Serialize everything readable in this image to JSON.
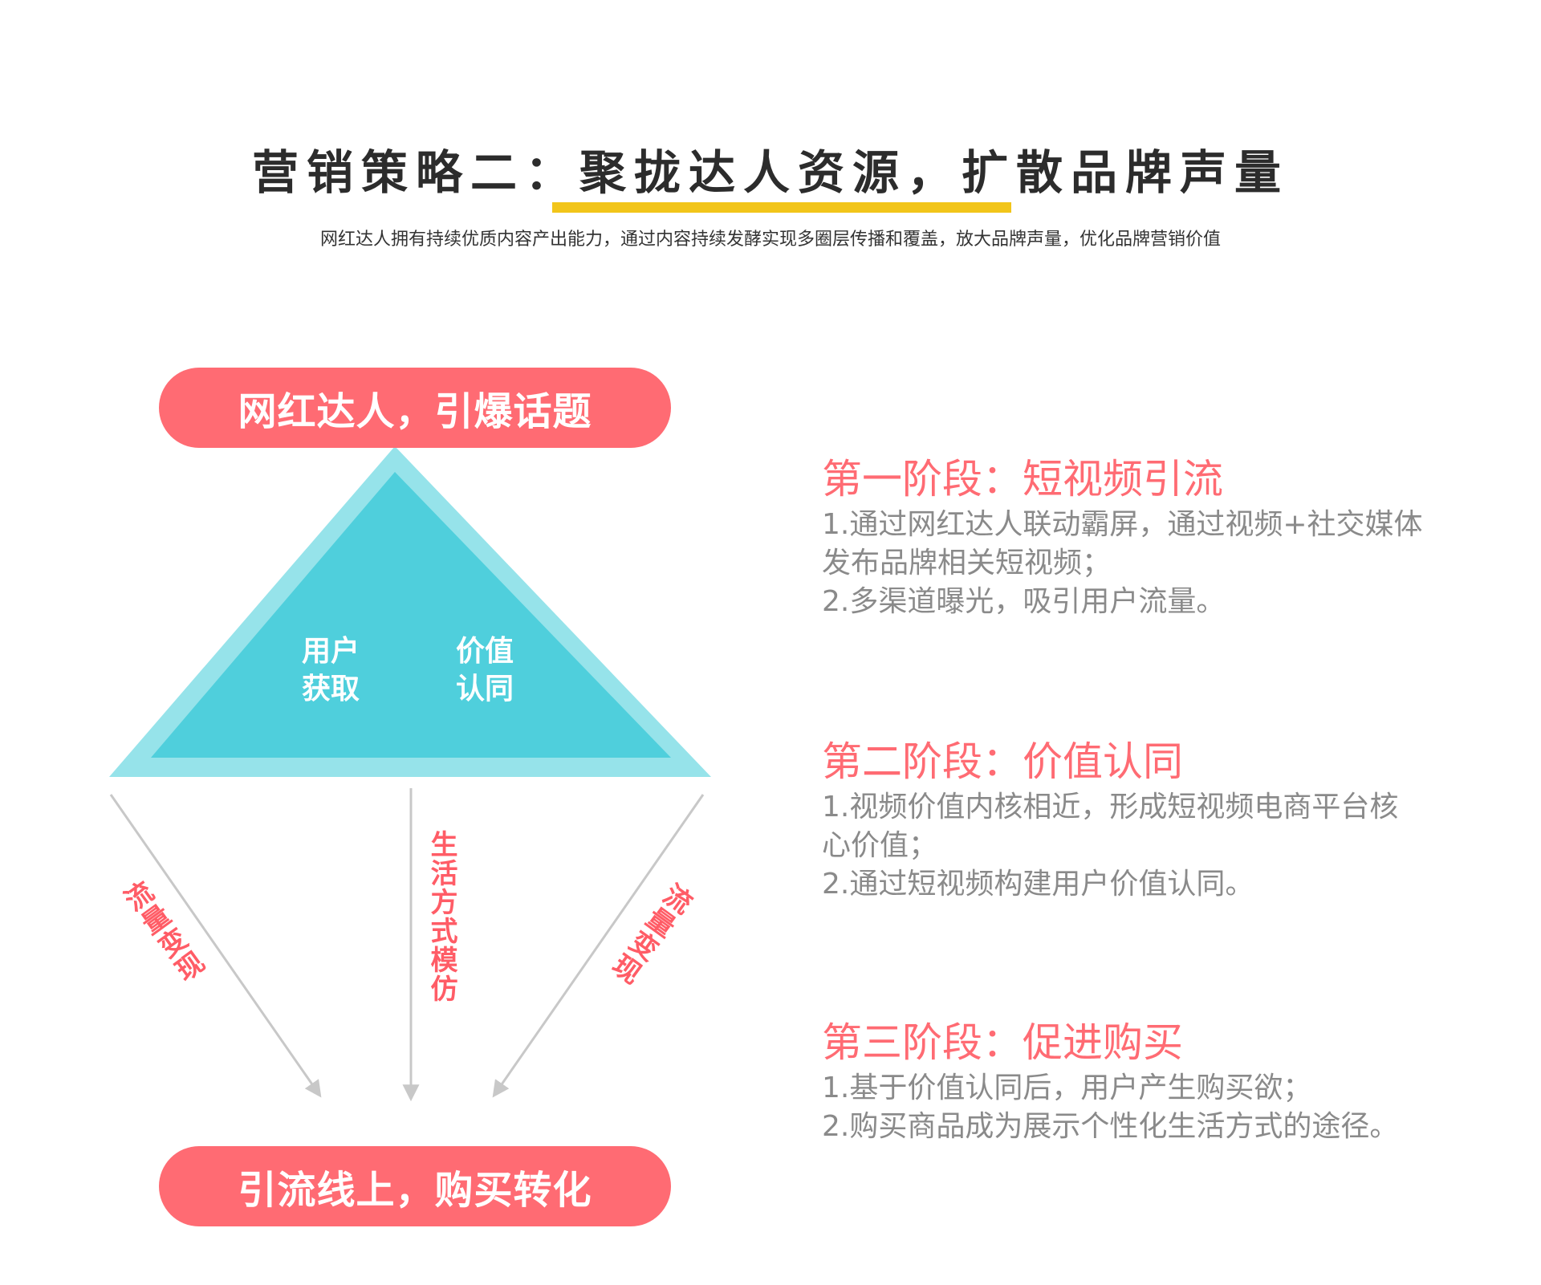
{
  "header": {
    "title": "营销策略二：聚拢达人资源，扩散品牌声量",
    "subtitle": "网红达人拥有持续优质内容产出能力，通过内容持续发酵实现多圈层传播和覆盖，放大品牌声量，优化品牌营销价值",
    "accent_color": "#f2c51a"
  },
  "diagram": {
    "top_pill": "网红达人，引爆话题",
    "bottom_pill": "引流线上，购买转化",
    "triangle_left_label": "用户\n获取",
    "triangle_right_label": "价值\n认同",
    "arrow_left_label": "流量变现",
    "arrow_middle_label": "生活方式模仿",
    "arrow_right_label": "流量变现",
    "pill_color": "#ff6b73",
    "triangle_color": "#4fcfdc",
    "triangle_border_color": "#96e3ea"
  },
  "stages": [
    {
      "title": "第一阶段：短视频引流",
      "lines": [
        "1.通过网红达人联动霸屏，通过视频+社交媒体",
        "发布品牌相关短视频；",
        "2.多渠道曝光，吸引用户流量。"
      ]
    },
    {
      "title": "第二阶段：价值认同",
      "lines": [
        "1.视频价值内核相近，形成短视频电商平台核",
        "心价值；",
        "2.通过短视频构建用户价值认同。"
      ]
    },
    {
      "title": "第三阶段：促进购买",
      "lines": [
        "1.基于价值认同后，用户产生购买欲；",
        "2.购买商品成为展示个性化生活方式的途径。"
      ]
    }
  ]
}
